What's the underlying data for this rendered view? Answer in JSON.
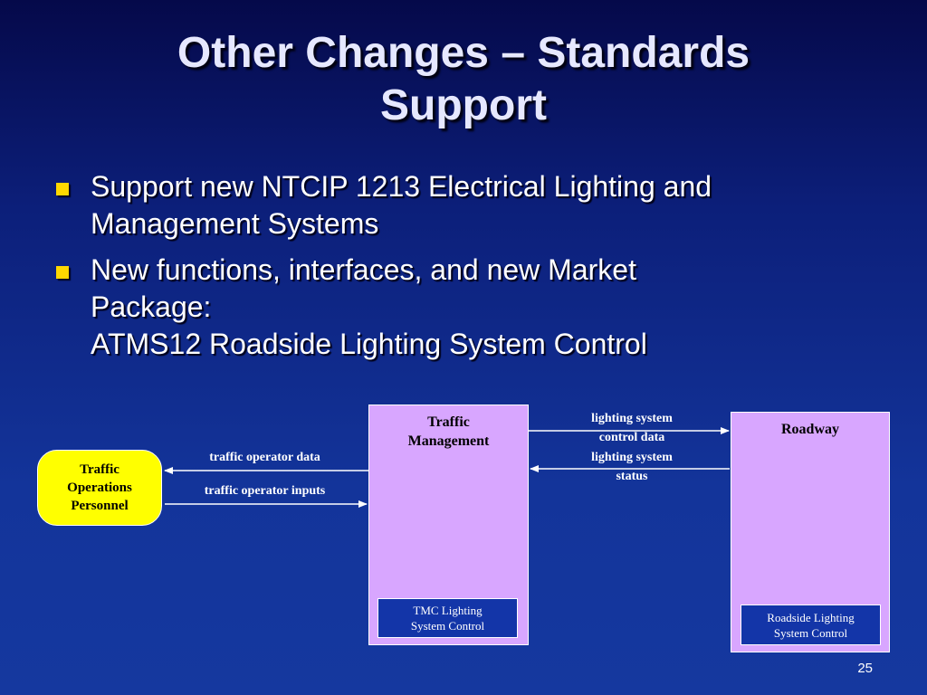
{
  "slide": {
    "title_lines": [
      "Other Changes – Standards",
      "Support"
    ],
    "bullets": [
      {
        "lines": [
          "Support new NTCIP 1213 Electrical Lighting and",
          "Management Systems"
        ]
      },
      {
        "lines": [
          "New functions, interfaces, and new Market",
          "Package:",
          "ATMS12 Roadside Lighting System Control"
        ]
      }
    ],
    "page_number": "25",
    "colors": {
      "bullet": "#ffd800",
      "entity_box": "#d8a6ff",
      "terminator": "#ffff00",
      "sub_box": "#1335a8"
    }
  },
  "diagram": {
    "terminator": {
      "lines": [
        "Traffic",
        "Operations",
        "Personnel"
      ]
    },
    "traffic_management": {
      "title_lines": [
        "Traffic",
        "Management"
      ],
      "equipment_lines": [
        "TMC Lighting",
        "System Control"
      ]
    },
    "roadway": {
      "title": "Roadway",
      "equipment_lines": [
        "Roadside Lighting",
        "System Control"
      ]
    },
    "flows": {
      "traffic_operator_data": "traffic operator data",
      "traffic_operator_inputs": "traffic operator inputs",
      "lighting_system_control_data": [
        "lighting system",
        "control data"
      ],
      "lighting_system_status": [
        "lighting system",
        "status"
      ]
    }
  }
}
